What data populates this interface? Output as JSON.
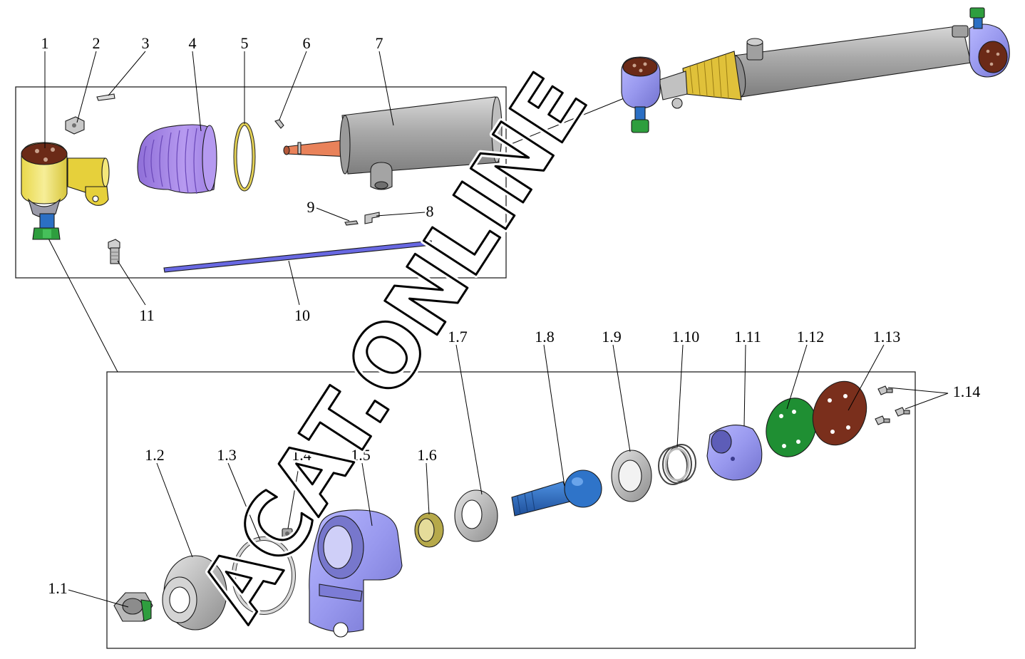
{
  "watermark": "ACAT.ONLINE",
  "colors": {
    "yellow": "#f2e46a",
    "purple": "#a98be6",
    "violet": "#9d9df0",
    "brown": "#7a2f1c",
    "green": "#1e8a2e",
    "blue": "#2b6fc4",
    "gray": "#b9b9b9",
    "orange": "#e9825a",
    "rod": "#6666dd",
    "bronze": "#b6a94a"
  },
  "callouts": {
    "c1": "1",
    "c2": "2",
    "c3": "3",
    "c4": "4",
    "c5": "5",
    "c6": "6",
    "c7": "7",
    "c8": "8",
    "c9": "9",
    "c10": "10",
    "c11": "11",
    "c1_1": "1.1",
    "c1_2": "1.2",
    "c1_3": "1.3",
    "c1_4": "1.4",
    "c1_5": "1.5",
    "c1_6": "1.6",
    "c1_7": "1.7",
    "c1_8": "1.8",
    "c1_9": "1.9",
    "c1_10": "1.10",
    "c1_11": "1.11",
    "c1_12": "1.12",
    "c1_13": "1.13",
    "c1_14": "1.14"
  }
}
